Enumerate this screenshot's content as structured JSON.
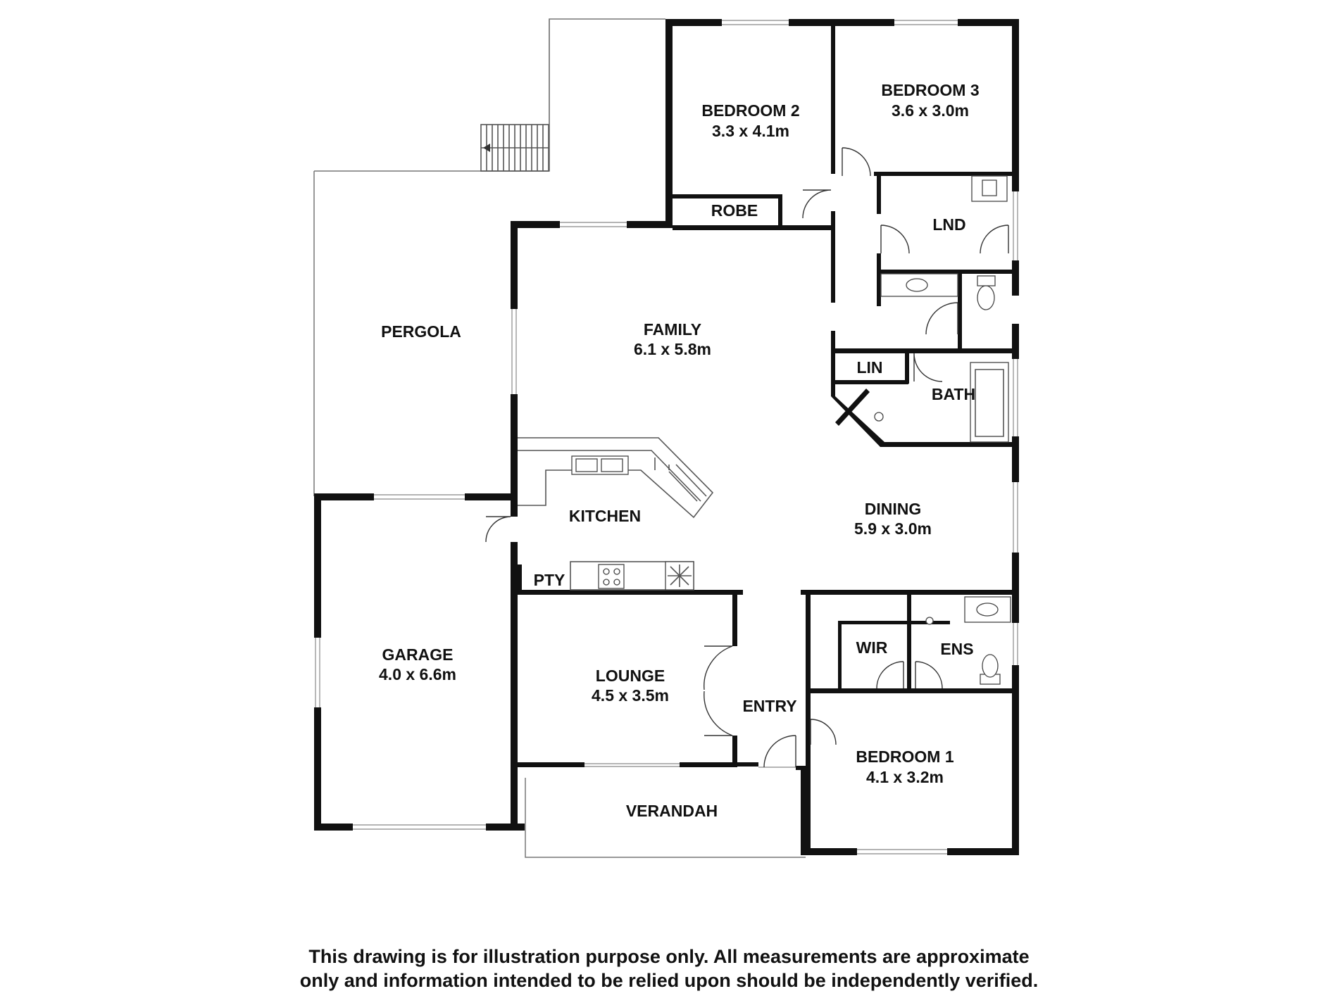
{
  "rooms": {
    "bedroom2": {
      "name": "BEDROOM 2",
      "size": "3.3 x 4.1m"
    },
    "bedroom3": {
      "name": "BEDROOM 3",
      "size": "3.6 x 3.0m"
    },
    "robe": {
      "name": "ROBE"
    },
    "lnd": {
      "name": "LND"
    },
    "pergola": {
      "name": "PERGOLA"
    },
    "family": {
      "name": "FAMILY",
      "size": "6.1 x 5.8m"
    },
    "lin": {
      "name": "LIN"
    },
    "bath": {
      "name": "BATH"
    },
    "kitchen": {
      "name": "KITCHEN"
    },
    "dining": {
      "name": "DINING",
      "size": "5.9 x 3.0m"
    },
    "pty": {
      "name": "PTY"
    },
    "garage": {
      "name": "GARAGE",
      "size": "4.0 x 6.6m"
    },
    "lounge": {
      "name": "LOUNGE",
      "size": "4.5 x 3.5m"
    },
    "wir": {
      "name": "WIR"
    },
    "ens": {
      "name": "ENS"
    },
    "entry": {
      "name": "ENTRY"
    },
    "bedroom1": {
      "name": "BEDROOM 1",
      "size": "4.1 x 3.2m"
    },
    "verandah": {
      "name": "VERANDAH"
    }
  },
  "disclaimer": {
    "line1": "This drawing is for illustration purpose only. All measurements are approximate",
    "line2": "only and information intended to be relied upon should be independently verified."
  },
  "colors": {
    "wall": "#111111",
    "background": "#ffffff"
  }
}
